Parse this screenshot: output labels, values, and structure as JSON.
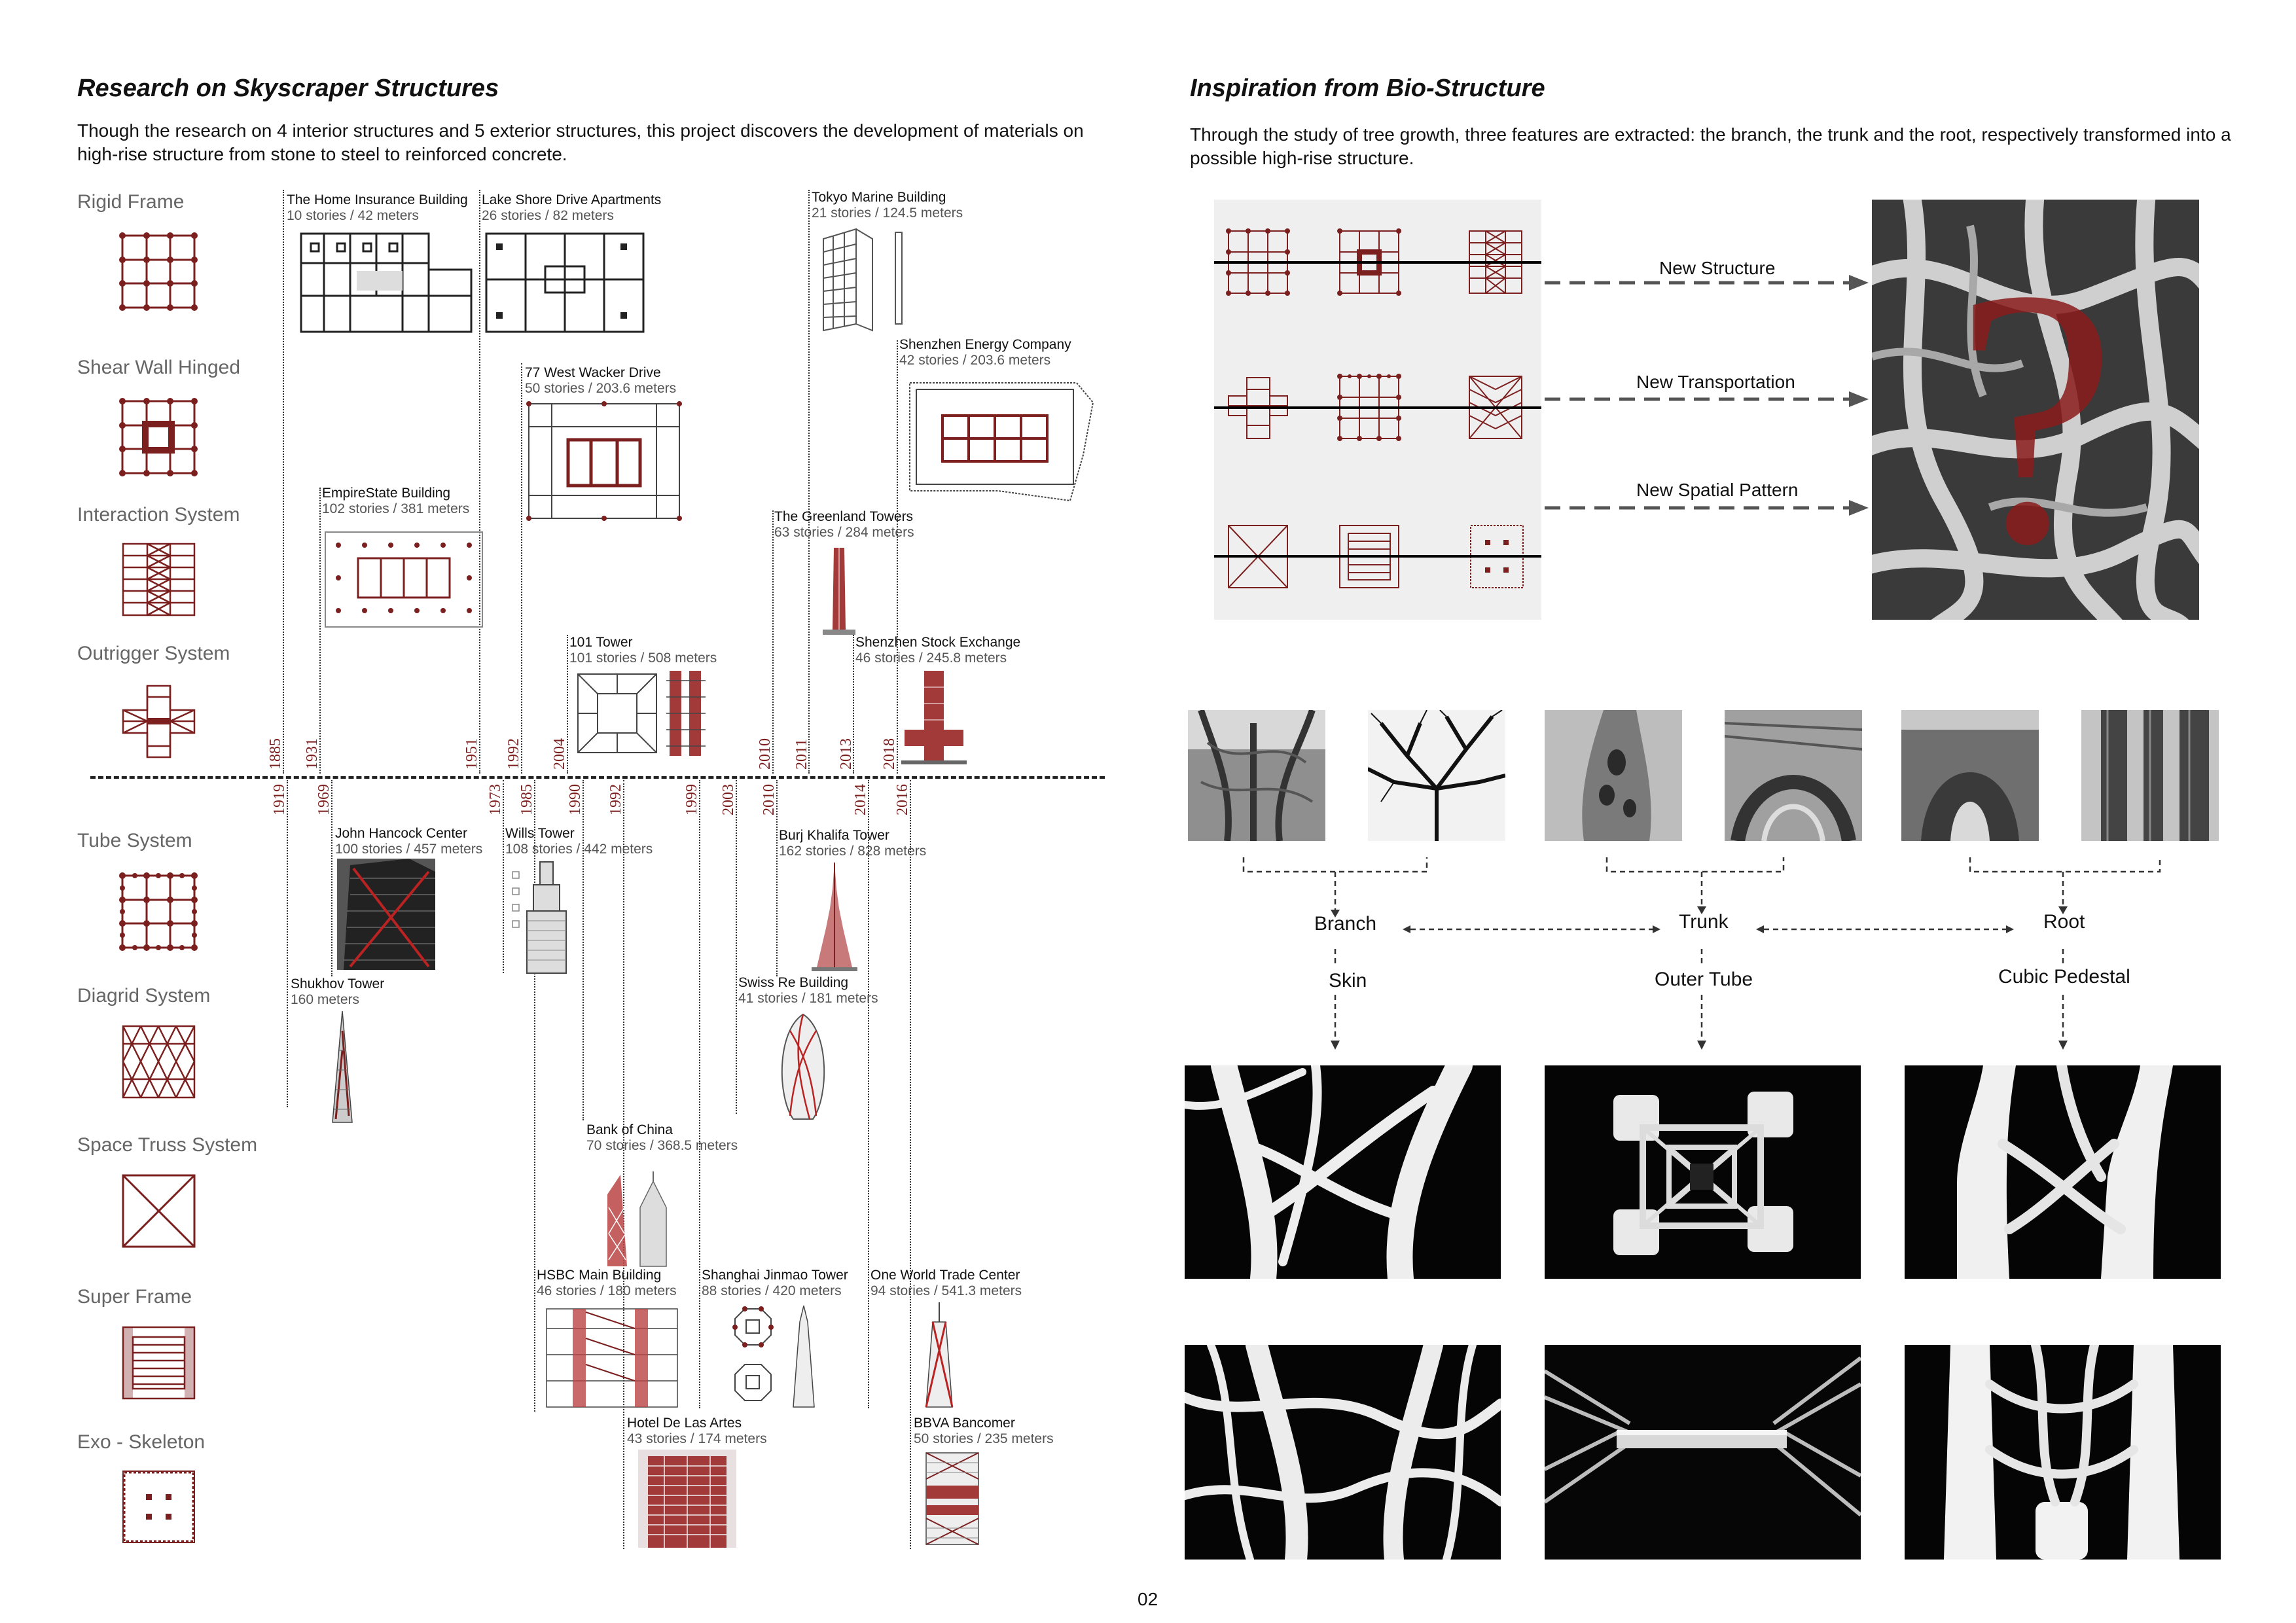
{
  "page_number": "02",
  "left": {
    "title": "Research on Skyscraper Structures",
    "intro": "Though the research on 4 interior structures and 5 exterior structures, this project discovers the development of materials on high-rise structure from stone to steel to reinforced concrete.",
    "structure_types": [
      {
        "label": "Rigid Frame",
        "icon": "rigid-frame-grid-icon"
      },
      {
        "label": "Shear Wall Hinged",
        "icon": "shear-wall-icon"
      },
      {
        "label": "Interaction System",
        "icon": "interaction-system-icon"
      },
      {
        "label": "Outrigger System",
        "icon": "outrigger-system-icon"
      },
      {
        "label": "Tube System",
        "icon": "tube-system-icon"
      },
      {
        "label": "Diagrid System",
        "icon": "diagrid-system-icon"
      },
      {
        "label": "Space Truss System",
        "icon": "space-truss-icon"
      },
      {
        "label": "Super Frame",
        "icon": "super-frame-icon"
      },
      {
        "label": "Exo - Skeleton",
        "icon": "exo-skeleton-icon"
      }
    ],
    "years_top": [
      "1885",
      "1931",
      "1951",
      "1992",
      "2004",
      "2010",
      "2011",
      "2013",
      "2018"
    ],
    "years_bottom": [
      "1919",
      "1969",
      "1973",
      "1985",
      "1990",
      "1992",
      "1999",
      "2003",
      "2010",
      "2014",
      "2016"
    ],
    "buildings": [
      {
        "name": "The Home Insurance Building",
        "stats": "10 stories / 42 meters"
      },
      {
        "name": "Lake Shore Drive Apartments",
        "stats": "26 stories / 82 meters"
      },
      {
        "name": "Tokyo Marine Building",
        "stats": "21 stories / 124.5 meters"
      },
      {
        "name": "Shenzhen Energy Company",
        "stats": "42 stories / 203.6 meters"
      },
      {
        "name": "77 West Wacker Drive",
        "stats": "50 stories / 203.6 meters"
      },
      {
        "name": "EmpireState Building",
        "stats": "102 stories / 381 meters"
      },
      {
        "name": "The Greenland Towers",
        "stats": "63 stories / 284 meters"
      },
      {
        "name": "101 Tower",
        "stats": "101 stories / 508 meters"
      },
      {
        "name": "Shenzhen Stock Exchange",
        "stats": "46 stories / 245.8 meters"
      },
      {
        "name": "John Hancock Center",
        "stats": "100 stories / 457 meters"
      },
      {
        "name": "Wills Tower",
        "stats": "108 stories / 442 meters"
      },
      {
        "name": "Burj Khalifa Tower",
        "stats": "162 stories / 828 meters"
      },
      {
        "name": "Shukhov Tower",
        "stats": "160 meters"
      },
      {
        "name": "Swiss Re Building",
        "stats": "41 stories / 181 meters"
      },
      {
        "name": "Bank of China",
        "stats": "70 stories / 368.5 meters"
      },
      {
        "name": "HSBC Main Building",
        "stats": "46 stories / 180 meters"
      },
      {
        "name": "Shanghai Jinmao Tower",
        "stats": "88 stories / 420 meters"
      },
      {
        "name": "One World Trade Center",
        "stats": "94 stories / 541.3 meters"
      },
      {
        "name": "Hotel De Las Artes",
        "stats": "43 stories / 174 meters"
      },
      {
        "name": "BBVA Bancomer",
        "stats": "50 stories / 235 meters"
      }
    ]
  },
  "right": {
    "title": "Inspiration from Bio-Structure",
    "intro": "Through the study of tree growth, three features are extracted: the branch, the trunk and the root, respectively transformed into a possible high-rise structure.",
    "arrow_labels": [
      "New Structure",
      "New Transportation",
      "New Spatial Pattern"
    ],
    "question_image": "question-mark-over-roots",
    "features": [
      "Branch",
      "Trunk",
      "Root"
    ],
    "outcomes": [
      "Skin",
      "Outer Tube",
      "Cubic Pedestal"
    ]
  },
  "colors": {
    "accent": "#7b1f1f",
    "accent_light": "#a33a3a",
    "label_grey": "#666666"
  }
}
